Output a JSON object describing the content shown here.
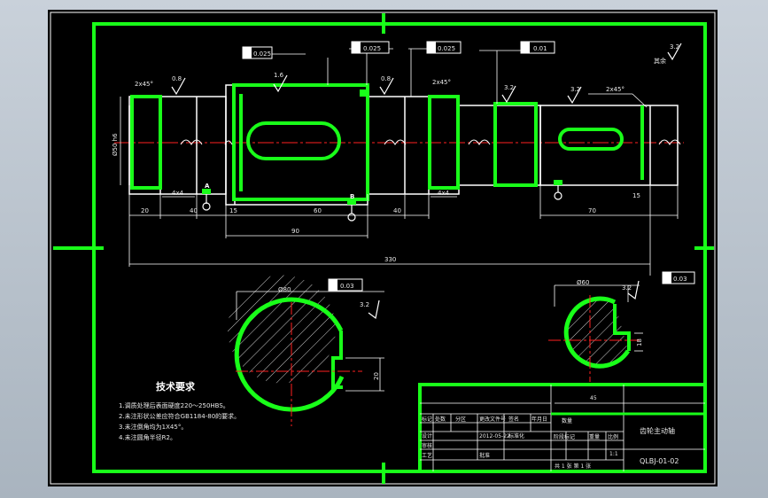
{
  "drawing": {
    "colors": {
      "frame": "#19ff19",
      "line": "#ffffff",
      "center": "#ff2020",
      "background": "#000000",
      "page": "#b8c1cb"
    },
    "dims": {
      "d1": "2x45°",
      "d2": "2x45°",
      "d3": "2x45°",
      "d20": "20",
      "d40a": "4x4",
      "d40": "40",
      "d15": "15",
      "d60": "60",
      "d40b": "40",
      "d4x4b": "4x4",
      "d70": "70",
      "d15b": "15",
      "d90": "90",
      "d330": "330",
      "dia": "Ø50 h6",
      "d85": "Ø80",
      "d62": "Ø60",
      "keyA": "20",
      "keyB": "18"
    },
    "tolerances": {
      "t1": "0.025",
      "t2": "0.025",
      "t3": "0.025",
      "t4": "0.01",
      "t5": "0.03",
      "t6": "0.03"
    },
    "roughness": {
      "r1": "0.8",
      "r2": "1.6",
      "r3": "0.8",
      "r4": "3.2",
      "r5": "3.2",
      "r6": "3.2",
      "r7": "3.2",
      "r8": "3.2",
      "rest": "其余"
    },
    "datum": {
      "a": "A",
      "b": "B"
    }
  },
  "notes": {
    "title": "技术要求",
    "items": [
      "1.调质处理后表面硬度220～250HBS。",
      "2.未注形状公差应符合GB1184-80的要求。",
      "3.未注倒角均为1X45°。",
      "4.未注圆角半径R2。"
    ]
  },
  "title_block": {
    "name": "齿轮主动轴",
    "code": "QLBJ-01-02",
    "scale": "1:1",
    "weight_label": "重量",
    "scale_label": "比例",
    "stage_label": "阶段标记",
    "qty_label": "数量",
    "sheets": "共 1 张 第 1 张",
    "marks": "标记",
    "count": "处数",
    "zone": "分区",
    "doc": "更改文件号",
    "sign": "签名",
    "date": "年月日",
    "design": "设计",
    "std": "标准化",
    "check": "审核",
    "craft": "工艺",
    "approve": "批准",
    "date_val": "2012-05-22",
    "material": "45"
  }
}
